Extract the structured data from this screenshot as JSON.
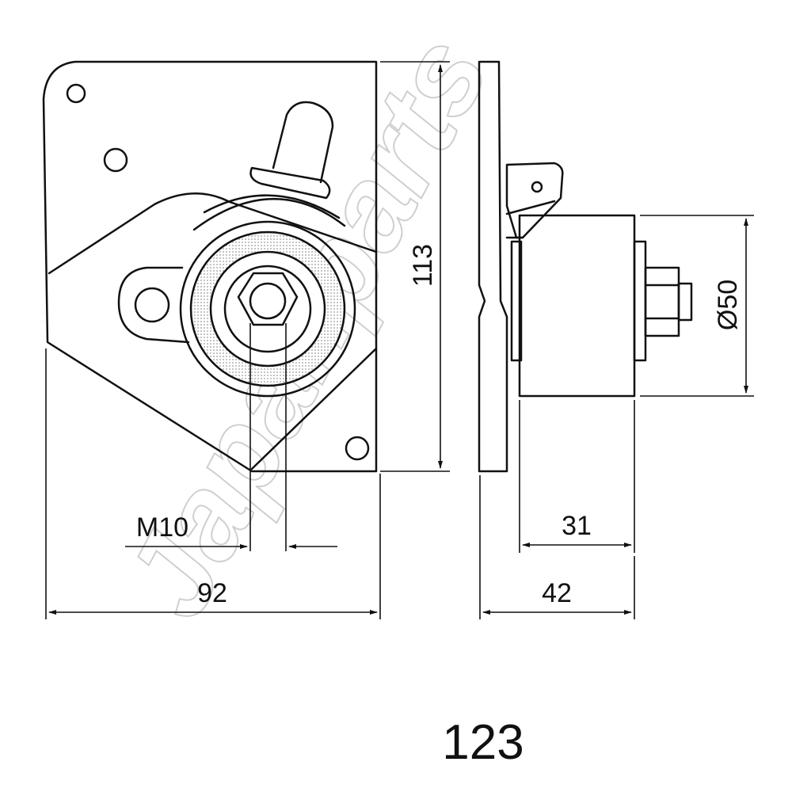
{
  "watermark": "Japanparts",
  "part_number": "123",
  "dimensions": {
    "height": "113",
    "width": "92",
    "thread": "M10",
    "diameter": "Ø50",
    "pulley_width": "31",
    "total_depth": "42"
  }
}
